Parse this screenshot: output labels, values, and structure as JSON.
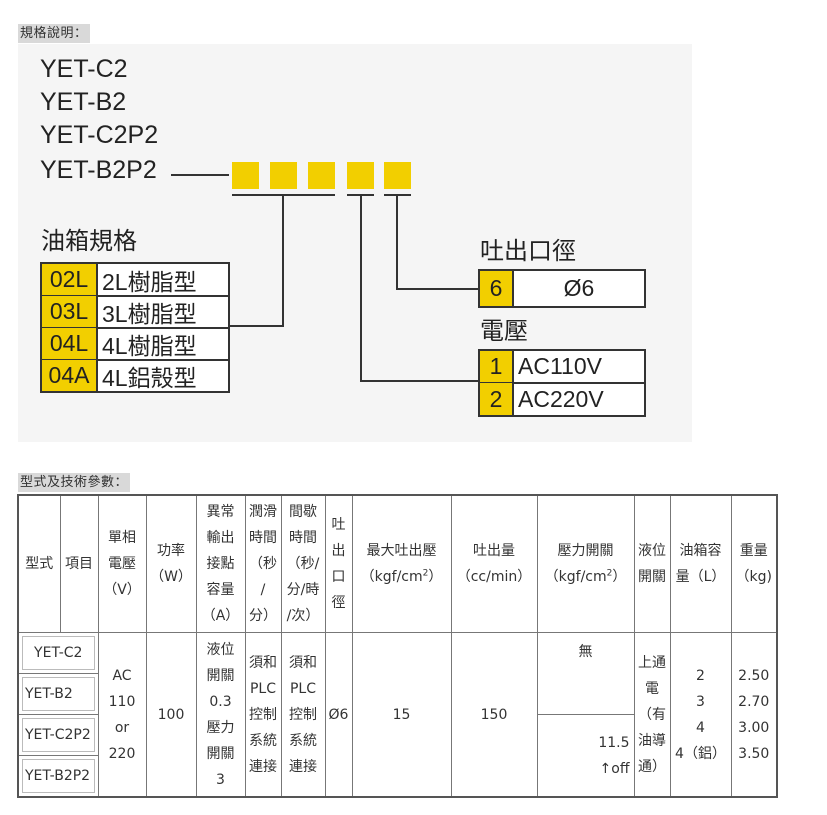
{
  "section1_title": "規格說明：",
  "section2_title": "型式及技術參數：",
  "diagram": {
    "models": [
      "YET-C2",
      "YET-B2",
      "YET-C2P2",
      "YET-B2P2"
    ],
    "tank_title": "油箱規格",
    "tank_options": [
      {
        "code": "02L",
        "desc": "2L樹脂型"
      },
      {
        "code": "03L",
        "desc": "3L樹脂型"
      },
      {
        "code": "04L",
        "desc": "4L樹脂型"
      },
      {
        "code": "04A",
        "desc": "4L鋁殼型"
      }
    ],
    "outlet_title": "吐出口徑",
    "outlet_options": [
      {
        "code": "6",
        "desc": "Ø6"
      }
    ],
    "voltage_title": "電壓",
    "voltage_options": [
      {
        "code": "1",
        "desc": "AC110V"
      },
      {
        "code": "2",
        "desc": "AC220V"
      }
    ],
    "accent_color": "#f2cf00"
  },
  "table": {
    "headers": {
      "type": "型式",
      "item": "項目",
      "voltage": [
        "單相",
        "電壓",
        "（V）"
      ],
      "power": [
        "功率",
        "（W）"
      ],
      "alarm": [
        "異常",
        "輸出",
        "接點",
        "容量",
        "（A）"
      ],
      "lube_time": [
        "潤滑",
        "時間",
        "（秒",
        "/",
        "分）"
      ],
      "interval": [
        "間歇",
        "時間",
        "（秒/",
        "分/時",
        "/次）"
      ],
      "outlet": [
        "吐",
        "出",
        "口",
        "徑"
      ],
      "max_pressure": "最大吐出壓",
      "max_pressure_unit": "（kgf/cm",
      "output": "吐出量",
      "output_unit": "（cc/min）",
      "pressure_switch": "壓力開關",
      "pressure_switch_unit": "（kgf/cm",
      "level_switch": [
        "液位",
        "開關"
      ],
      "tank_capacity": [
        "油箱容",
        "量（L）"
      ],
      "weight": [
        "重量",
        "（kg)"
      ],
      "sup2": "2",
      "close_paren": "）"
    },
    "models": [
      "YET-C2",
      "YET-B2",
      "YET-C2P2",
      "YET-B2P2"
    ],
    "voltage": [
      "AC",
      "110",
      "or",
      "220"
    ],
    "power": "100",
    "alarm": [
      "液位",
      "開關",
      "0.3",
      "壓力",
      "開關",
      "3"
    ],
    "lube_time": [
      "須和",
      "PLC",
      "控制",
      "系統",
      "連接"
    ],
    "interval": [
      "須和",
      "PLC",
      "控制",
      "系統",
      "連接"
    ],
    "outlet": "Ø6",
    "max_pressure": "15",
    "output": "150",
    "pressure_switch_none": "無",
    "pressure_switch_p2": [
      "11.5",
      "↑off"
    ],
    "level_switch": [
      "上通",
      "電",
      "（有",
      "油導",
      "通）"
    ],
    "tank_capacity": [
      "2",
      "3",
      "4",
      "4（鋁）"
    ],
    "weight": [
      "2.50",
      "2.70",
      "3.00",
      "3.50"
    ]
  }
}
